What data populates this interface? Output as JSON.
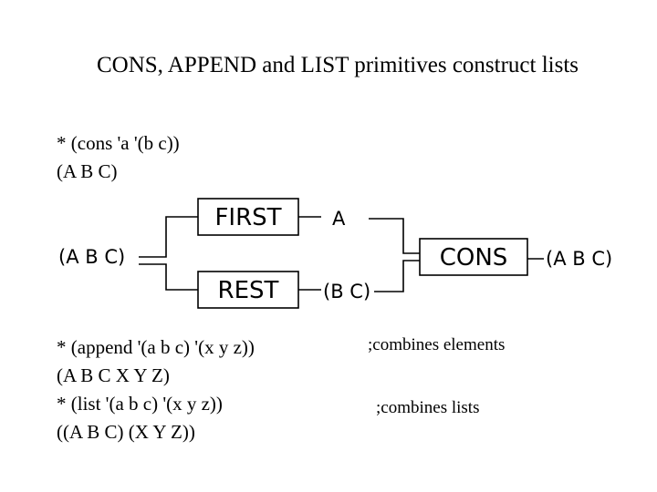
{
  "title": "CONS, APPEND and LIST primitives construct lists",
  "example_cons": {
    "prompt": "*  (cons 'a '(b c))",
    "result": "(A B C)"
  },
  "diagram": {
    "input": "(A B C)",
    "first_box": "FIRST",
    "rest_box": "REST",
    "first_output": "A",
    "rest_output": "(B C)",
    "cons_box": "CONS",
    "output": "(A B C)"
  },
  "example_append": {
    "prompt": "*  (append '(a b c) '(x y z))",
    "result": "(A B C X Y Z)",
    "comment": ";combines elements"
  },
  "example_list": {
    "prompt": "*  (list '(a b c) '(x y z))",
    "result": "((A B C) (X Y Z))",
    "comment": ";combines lists"
  }
}
